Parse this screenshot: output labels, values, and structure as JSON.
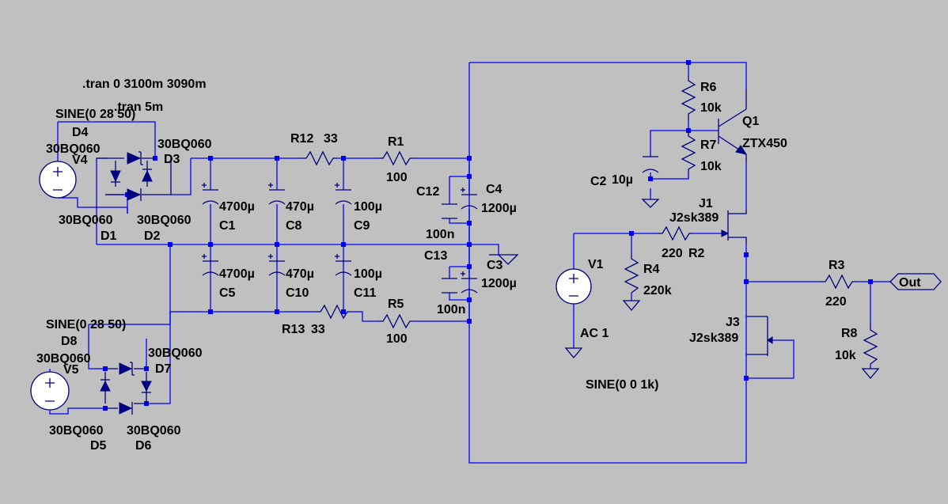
{
  "colors": {
    "background": "#c0c0c0",
    "wire": "#0000ff",
    "component": "#000080",
    "junction": "#0000ff",
    "text": "#000000"
  },
  "directives": {
    "tran1": ".tran 0 3100m 3090m",
    "tran2": ".tran 5m"
  },
  "sources": {
    "v4": {
      "name": "V4",
      "value": "SINE(0 28 50)"
    },
    "v5": {
      "name": "V5",
      "value": "SINE(0 28 50)"
    },
    "v1": {
      "name": "V1",
      "value": "AC 1",
      "transient": "SINE(0 0 1k)"
    }
  },
  "diodes": {
    "d1": {
      "name": "D1",
      "model": "30BQ060"
    },
    "d2": {
      "name": "D2",
      "model": "30BQ060"
    },
    "d3": {
      "name": "D3",
      "model": "30BQ060"
    },
    "d4": {
      "name": "D4",
      "model": "30BQ060"
    },
    "d5": {
      "name": "D5",
      "model": "30BQ060"
    },
    "d6": {
      "name": "D6",
      "model": "30BQ060"
    },
    "d7": {
      "name": "D7",
      "model": "30BQ060"
    },
    "d8": {
      "name": "D8",
      "model": "30BQ060"
    }
  },
  "capacitors": {
    "c1": {
      "name": "C1",
      "value": "4700µ"
    },
    "c5": {
      "name": "C5",
      "value": "4700µ"
    },
    "c8": {
      "name": "C8",
      "value": "470µ"
    },
    "c10": {
      "name": "C10",
      "value": "470µ"
    },
    "c9": {
      "name": "C9",
      "value": "100µ"
    },
    "c11": {
      "name": "C11",
      "value": "100µ"
    },
    "c4": {
      "name": "C4",
      "value": "1200µ"
    },
    "c3": {
      "name": "C3",
      "value": "1200µ"
    },
    "c12": {
      "name": "C12",
      "value": "100n"
    },
    "c13": {
      "name": "C13",
      "value": "100n"
    },
    "c2": {
      "name": "C2",
      "value": "10µ"
    }
  },
  "resistors": {
    "r12": {
      "name": "R12",
      "value": "33"
    },
    "r13": {
      "name": "R13",
      "value": "33"
    },
    "r1": {
      "name": "R1",
      "value": "100"
    },
    "r5": {
      "name": "R5",
      "value": "100"
    },
    "r6": {
      "name": "R6",
      "value": "10k"
    },
    "r7": {
      "name": "R7",
      "value": "10k"
    },
    "r2": {
      "name": "R2",
      "value": "220"
    },
    "r4": {
      "name": "R4",
      "value": "220k"
    },
    "r3": {
      "name": "R3",
      "value": "220"
    },
    "r8": {
      "name": "R8",
      "value": "10k"
    }
  },
  "transistors": {
    "q1": {
      "name": "Q1",
      "model": "ZTX450"
    },
    "j1": {
      "name": "J1",
      "model": "J2sk389"
    },
    "j3": {
      "name": "J3",
      "model": "J2sk389"
    }
  },
  "output": {
    "label": "Out"
  }
}
